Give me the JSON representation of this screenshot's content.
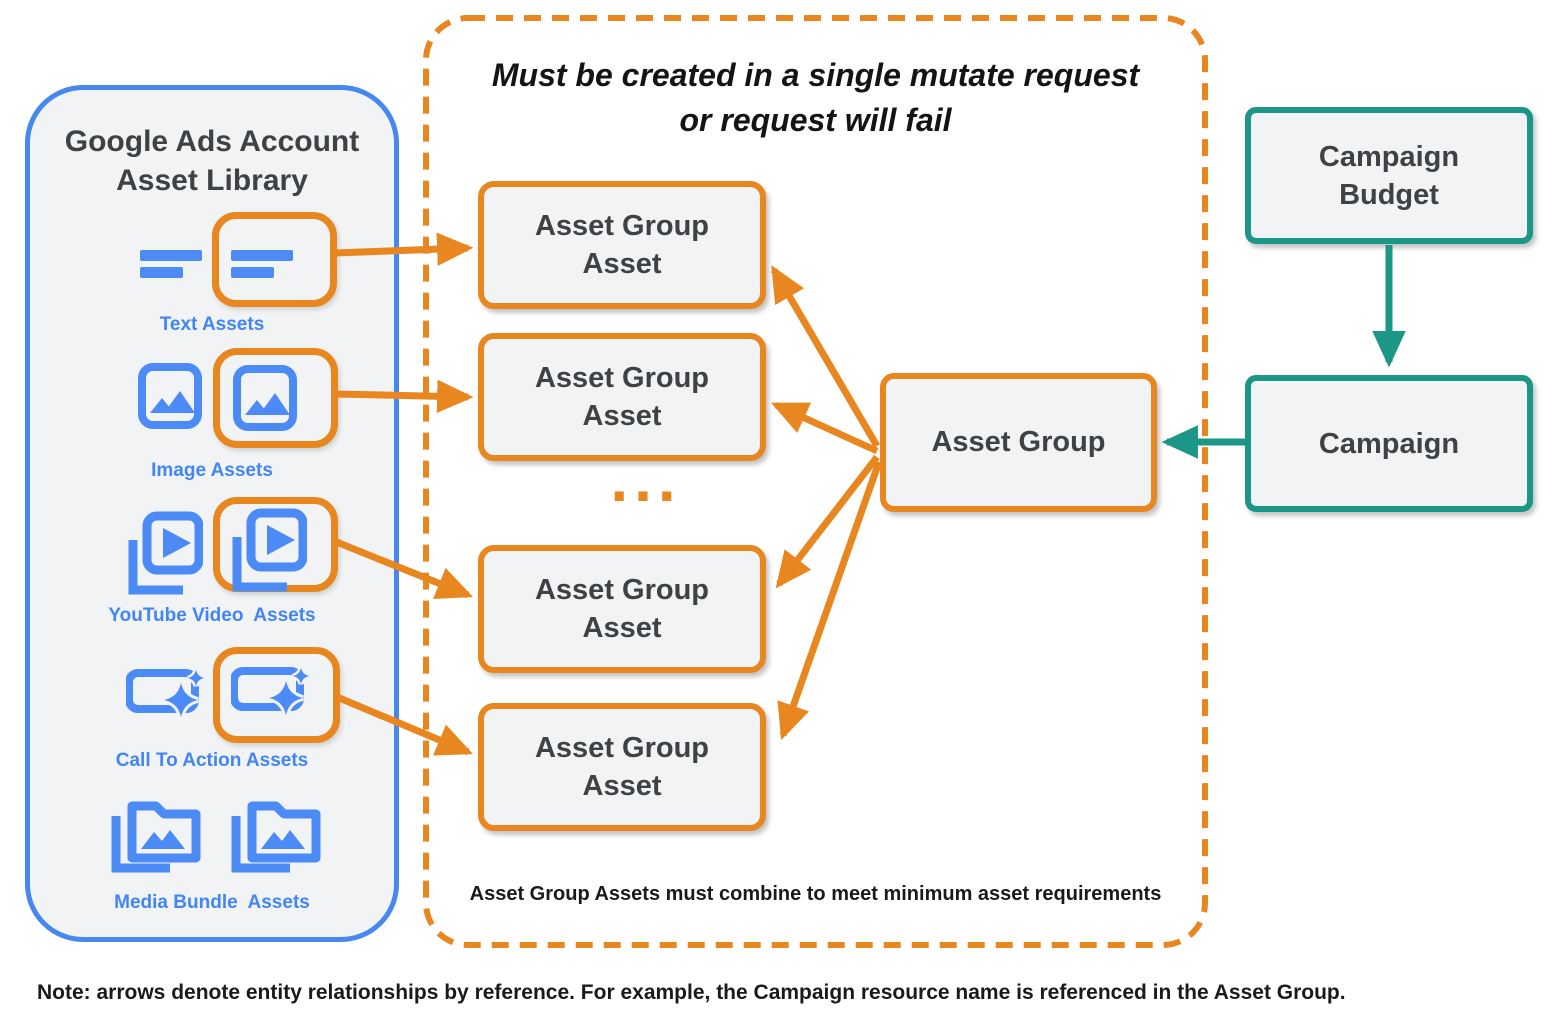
{
  "colors": {
    "blue_border": "#4787F0",
    "blue_label": "#4285F4",
    "icon_blue": "#4C8BF5",
    "orange": "#E8861F",
    "teal": "#1B9687",
    "panel_fill": "#F1F3F4",
    "dark_text": "#3F4245",
    "black_text": "#141414"
  },
  "library": {
    "title": "Google Ads Account Asset Library",
    "groups": [
      {
        "label": "Text Assets",
        "icon": "text-assets-icon"
      },
      {
        "label": "Image Assets",
        "icon": "image-assets-icon"
      },
      {
        "label": "YouTube Video  Assets",
        "icon": "youtube-video-assets-icon"
      },
      {
        "label": "Call To Action Assets",
        "icon": "call-to-action-assets-icon"
      },
      {
        "label": "Media Bundle  Assets",
        "icon": "media-bundle-assets-icon"
      }
    ]
  },
  "mutate": {
    "title_line1": "Must be created in a single mutate request",
    "title_line2": "or request will fail",
    "boxes": [
      {
        "line1": "Asset Group",
        "line2": "Asset"
      },
      {
        "line1": "Asset Group",
        "line2": "Asset"
      },
      {
        "line1": "Asset Group",
        "line2": "Asset"
      },
      {
        "line1": "Asset Group",
        "line2": "Asset"
      }
    ],
    "ellipsis": "...",
    "asset_group_label": "Asset Group",
    "footnote": "Asset Group Assets must combine to meet minimum asset requirements"
  },
  "campaign": {
    "budget_line1": "Campaign",
    "budget_line2": "Budget",
    "campaign_label": "Campaign"
  },
  "note": {
    "text": "Note: arrows denote entity relationships by reference. For example, the Campaign resource name is referenced in the Asset Group."
  }
}
